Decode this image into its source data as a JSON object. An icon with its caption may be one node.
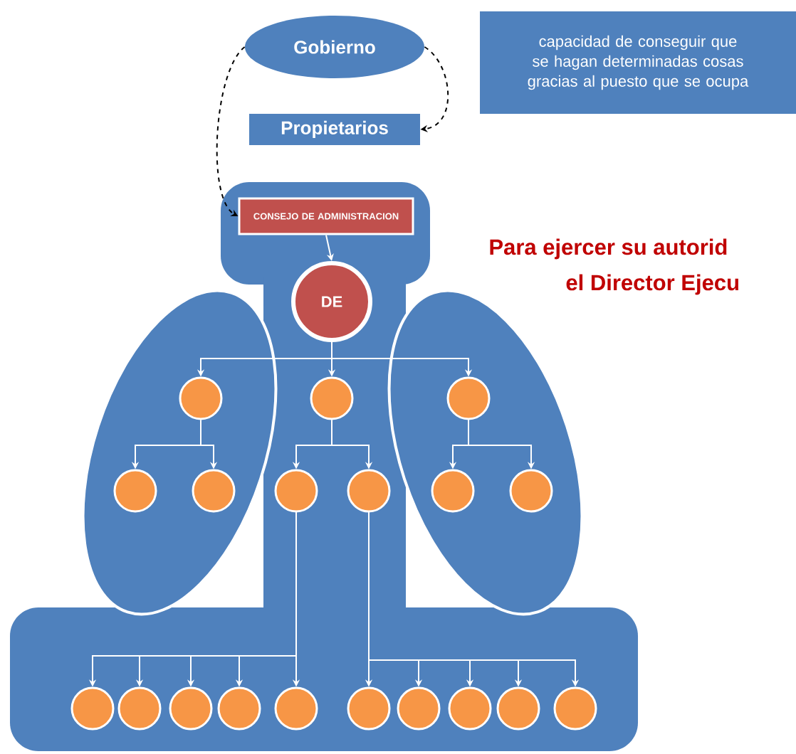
{
  "diagram": {
    "nodes": [
      {
        "text": [
          "Gobierno"
        ]
      },
      {
        "text": [
          "Propietarios"
        ]
      },
      {
        "text": [
          "capacidad de conseguir que se hagan determinadas cosas gracias al puesto que se ocupa"
        ]
      },
      {
        "text": [
          "CONSEJO DE ADMINISTRACION"
        ]
      },
      {
        "text": [
          "DE"
        ]
      },
      {
        "text": [],
        "shape": "circle"
      },
      {
        "text": [],
        "shape": "circle"
      },
      {
        "text": [],
        "shape": "circle"
      },
      {
        "text": [],
        "shape": "circle"
      },
      {
        "text": [],
        "shape": "circle"
      },
      {
        "text": [],
        "shape": "circle"
      },
      {
        "text": [],
        "shape": "circle"
      },
      {
        "text": [],
        "shape": "circle"
      },
      {
        "text": [],
        "shape": "circle"
      },
      {
        "text": [],
        "shape": "circle"
      },
      {
        "text": [],
        "shape": "circle"
      },
      {
        "text": [],
        "shape": "circle"
      },
      {
        "text": [],
        "shape": "circle"
      },
      {
        "text": [],
        "shape": "circle"
      },
      {
        "text": [],
        "shape": "circle"
      },
      {
        "text": [],
        "shape": "circle"
      },
      {
        "text": [],
        "shape": "circle"
      },
      {
        "text": [],
        "shape": "circle"
      },
      {
        "text": [],
        "shape": "circle"
      }
    ],
    "edges": [
      {
        "from": 0,
        "to": 1,
        "arrow": "to",
        "style": "dashed",
        "color": "#000000"
      },
      {
        "from": 0,
        "to": 3,
        "arrow": "to",
        "style": "dashed",
        "color": "#000000"
      },
      {
        "from": 3,
        "to": 4,
        "arrow": "to"
      },
      {
        "from": 4,
        "to": 5,
        "arrow": "to"
      },
      {
        "from": 4,
        "to": 6,
        "arrow": "to"
      },
      {
        "from": 4,
        "to": 7,
        "arrow": "to"
      },
      {
        "from": 5,
        "to": 8,
        "arrow": "to"
      },
      {
        "from": 5,
        "to": 9,
        "arrow": "to"
      },
      {
        "from": 6,
        "to": 10,
        "arrow": "to"
      },
      {
        "from": 6,
        "to": 11,
        "arrow": "to"
      },
      {
        "from": 7,
        "to": 12,
        "arrow": "to"
      },
      {
        "from": 7,
        "to": 13,
        "arrow": "to"
      },
      {
        "from": 10,
        "to": 14,
        "arrow": "to"
      },
      {
        "from": 10,
        "to": 15,
        "arrow": "to"
      },
      {
        "from": 10,
        "to": 16,
        "arrow": "to"
      },
      {
        "from": 10,
        "to": 17,
        "arrow": "to"
      },
      {
        "from": 10,
        "to": 18,
        "arrow": "to"
      },
      {
        "from": 11,
        "to": 19,
        "arrow": "to"
      },
      {
        "from": 11,
        "to": 20,
        "arrow": "to"
      },
      {
        "from": 11,
        "to": 21,
        "arrow": "to"
      },
      {
        "from": 11,
        "to": 22,
        "arrow": "to"
      },
      {
        "from": 11,
        "to": 23,
        "arrow": "to"
      }
    ],
    "labels": [
      "Para ejercer su autorid",
      "el Director Ejecu"
    ]
  }
}
